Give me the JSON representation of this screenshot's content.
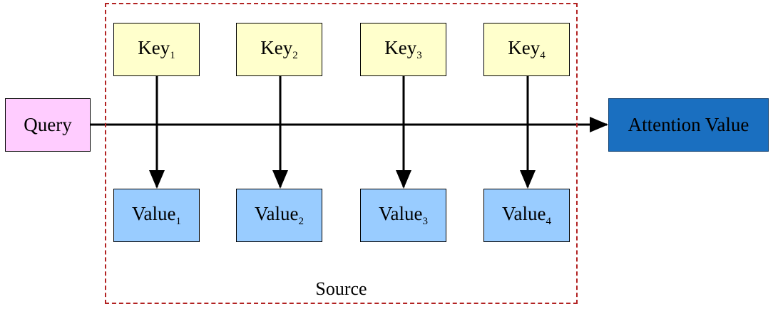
{
  "query": {
    "label": "Query"
  },
  "attention": {
    "label": "Attention Value"
  },
  "source": {
    "label": "Source"
  },
  "keys": [
    {
      "base": "Key",
      "sub": "1"
    },
    {
      "base": "Key",
      "sub": "2"
    },
    {
      "base": "Key",
      "sub": "3"
    },
    {
      "base": "Key",
      "sub": "4"
    }
  ],
  "values": [
    {
      "base": "Value",
      "sub": "1"
    },
    {
      "base": "Value",
      "sub": "2"
    },
    {
      "base": "Value",
      "sub": "3"
    },
    {
      "base": "Value",
      "sub": "4"
    }
  ],
  "colors": {
    "query_fill": "#ffccff",
    "key_fill": "#ffffcc",
    "value_fill": "#99ccff",
    "attention_fill": "#1a6fc0",
    "source_border": "#b22222"
  }
}
